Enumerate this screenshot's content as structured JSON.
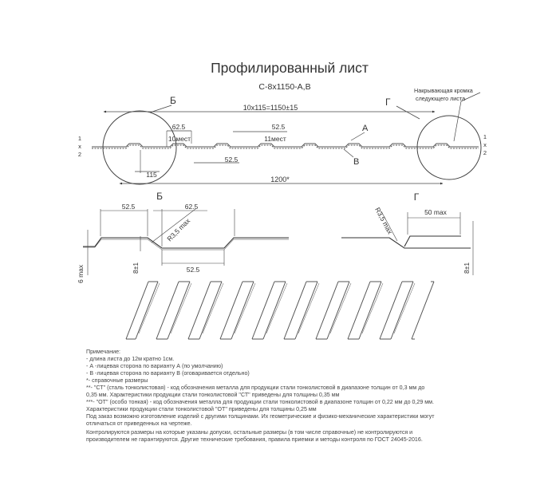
{
  "title": "Профилированный лист",
  "subtitle": "С-8х1150-А,В",
  "callout": [
    "Накрывающая кромка",
    "следующего листа"
  ],
  "labels": {
    "b": "Б",
    "g": "Г",
    "a": "А",
    "v": "В",
    "one": "1",
    "x": "x",
    "two": "2"
  },
  "dimensions": {
    "overall_pitch": "10х115=1150±15",
    "d62_5": "62.5",
    "d10mest": "10мест",
    "d11mest": "11мест",
    "d52_5": "52.5",
    "d115": "115",
    "d1200": "1200*",
    "r35": "R3,5 max",
    "d50max": "50 max",
    "d6max": "6 max",
    "d8pm1": "8±1"
  },
  "notes": {
    "heading": "Примечание:",
    "lines": [
      "- длина листа до 12м кратно 1см.",
      "- А -лицевая сторона по варианту А (по умолчанию)",
      "- В -лицевая сторона по варианту В (оговаривается отдельно)",
      "*- справочные размеры",
      "**- \"СТ\" (сталь тонколистовая) - код обозначения металла для продукции стали тонколистовой в диапазоне толщин от 0,3 мм до",
      "0,35 мм. Характеристики продукции стали тонколистовой \"СТ\" приведены для толщины 0,35 мм",
      "***- \"ОТ\" (особо тонкая) - код обозначения металла для продукции стали тонколистовой в диапазоне толщин от 0,22 мм до 0,29 мм.",
      "Характеристики продукции стали тонколистовой \"ОТ\" приведены для толщины 0,25 мм",
      "Под заказ возможно изготовление изделий с другими толщинами. Их геометрические и физико-механические характеристики могут",
      "отличаться от приведенных на чертеже.",
      "Контролируются размеры на которые указаны допуски, остальные размеры (в том числе справочные) не  контролируются и",
      "производителем не гарантируются. Другие технические требования, правила приемки и методы контроля  по ГОСТ 24045-2016."
    ]
  }
}
